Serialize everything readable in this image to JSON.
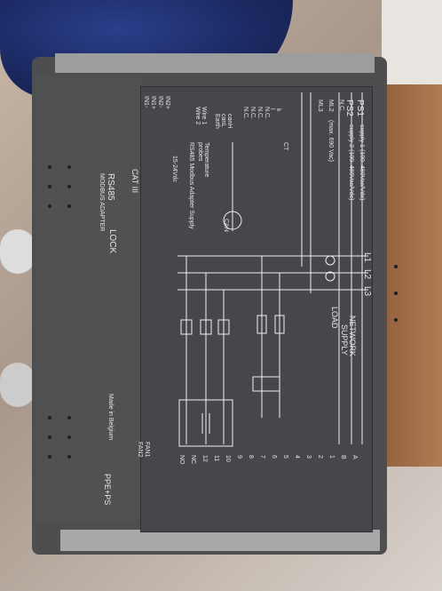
{
  "left": {
    "rs485": "RS485",
    "modbus_adapter": "MODBUS ADAPTER",
    "cat": "CAT III",
    "lock": "LOCK",
    "made_in": "Made in Belgium",
    "ppe": "PPE+PS"
  },
  "terminals": {
    "top_left": [
      "IN2+",
      "IN2-",
      "IN1+",
      "IN1-"
    ],
    "top_left_desc": "15-24Vdc",
    "wire1": "Wire 1",
    "wire2": "Wire 2",
    "temperature": "Temperature",
    "probes": "probes",
    "rs485_supply": "RS485 Modbus Adapter Supply",
    "can_labels": [
      "canH",
      "canL",
      "Earth"
    ],
    "can": "CAN",
    "nc_list": [
      "N.C.",
      "N.C.",
      "N.C.",
      "N.C."
    ],
    "mid_small": [
      "k",
      "l"
    ],
    "ps1": "PS1",
    "ps2": "PS2",
    "supply1": "supply 1 (100..480Vac/Vdc)",
    "supply2": "supply 2 (100..480Vac/Vdc)",
    "nc": "N.C.",
    "ml2": "ML2",
    "ml3": "ML3",
    "max": "(max. 690 Vac)",
    "ct": "CT",
    "l1": "L1",
    "l2": "L2",
    "l3": "L3",
    "network": "NETWORK",
    "supply": "SUPPLY",
    "load": "LOAD",
    "bottom_numbers": [
      "NO",
      "NC",
      "12",
      "11",
      "10",
      "9",
      "8",
      "7",
      "6",
      "5",
      "4",
      "3",
      "2",
      "1",
      "B",
      "A"
    ],
    "fan1": "FAN1",
    "fan2": "FAN2"
  }
}
